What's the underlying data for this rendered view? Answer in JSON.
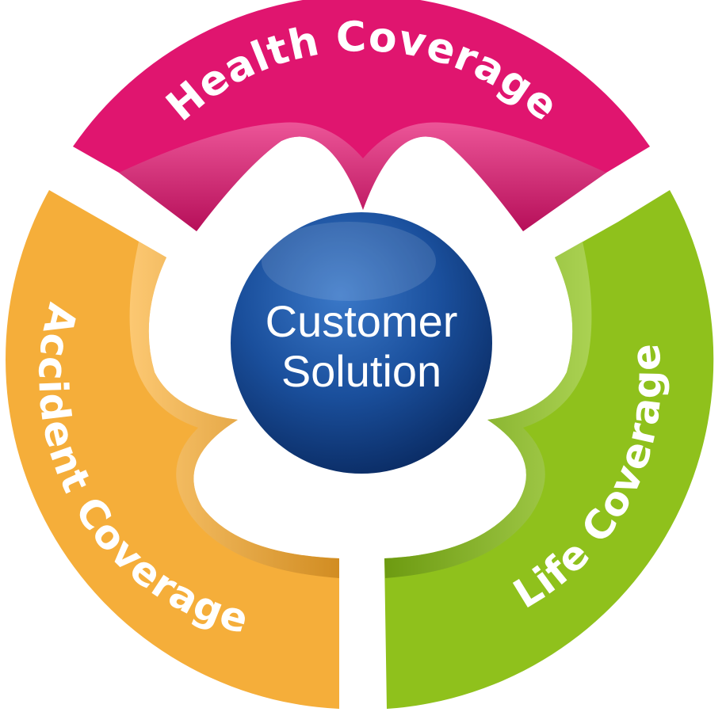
{
  "hub": {
    "line1": "Customer",
    "line2": "Solution",
    "color": "#1a4f9c"
  },
  "segments": [
    {
      "label": "Health Coverage",
      "color": "#e0156f",
      "shade": "#a80d52"
    },
    {
      "label": "Life Coverage",
      "color": "#8fc11c",
      "shade": "#5e8a0c"
    },
    {
      "label": "Accident Coverage",
      "color": "#f5ae3a",
      "shade": "#c27e17"
    }
  ]
}
